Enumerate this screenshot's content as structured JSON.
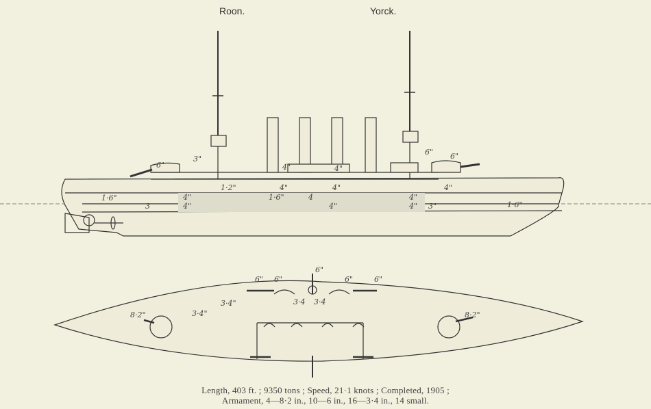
{
  "titles": {
    "left": "Roon.",
    "right": "Yorck."
  },
  "profile_labels": [
    "6\"",
    "3\"",
    "4\"",
    "4\"",
    "6\"",
    "6\"",
    "1·6\"",
    "3",
    "4\"",
    "4\"",
    "1·2\"",
    "1·6\"",
    "4",
    "4\"",
    "4\"",
    "4\"",
    "4\"",
    "3\"",
    "1·6\"",
    "4\"",
    "4\""
  ],
  "plan_labels": [
    "6\"",
    "6\"",
    "6\"",
    "6\"",
    "6\"",
    "3·4",
    "3·4",
    "3·4\"",
    "3·4\"",
    "8·2\"",
    "8·2\""
  ],
  "caption": {
    "line1": "Length, 403 ft. ; 9350 tons ; Speed, 21·1 knots ; Completed, 1905 ;",
    "line2": "Armament, 4—8·2 in., 10—6 in., 16—3·4 in., 14 small."
  },
  "colors": {
    "paper": "#f2f0de",
    "ink": "#333333"
  }
}
